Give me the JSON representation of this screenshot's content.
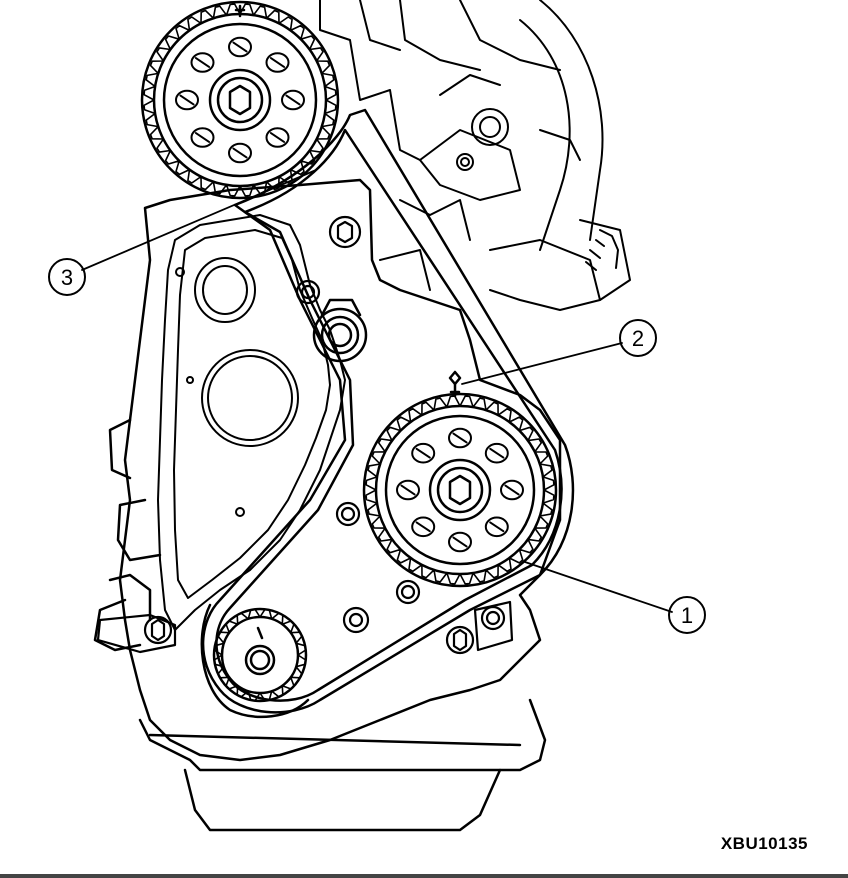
{
  "figure_code": "XBU10135",
  "callouts": [
    {
      "id": "1",
      "label": "1"
    },
    {
      "id": "2",
      "label": "2"
    },
    {
      "id": "3",
      "label": "3"
    }
  ],
  "colors": {
    "line": "#000000",
    "background": "#ffffff",
    "bottom_bar": "#444444"
  }
}
